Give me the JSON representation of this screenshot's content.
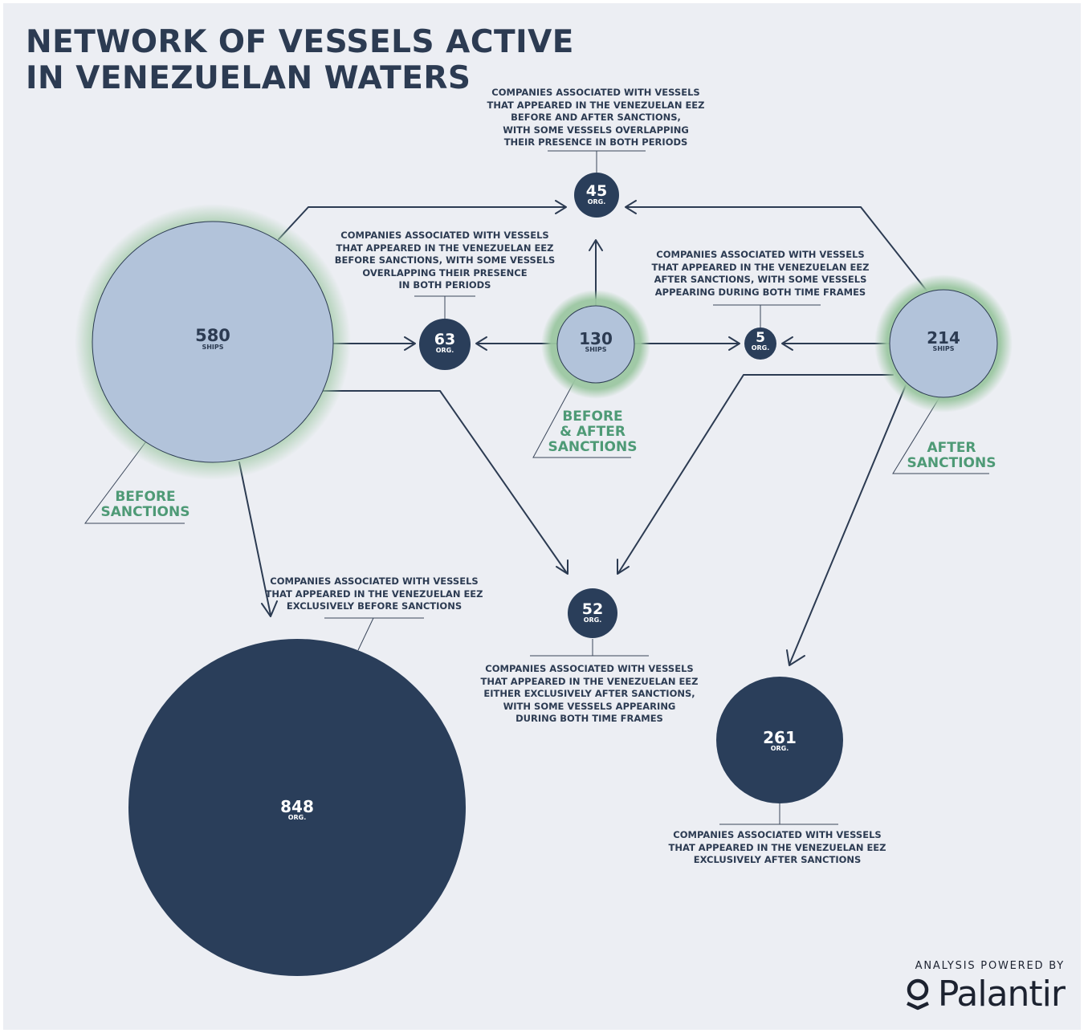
{
  "title_lines": [
    "NETWORK OF VESSELS ACTIVE",
    "IN VENEZUELAN WATERS"
  ],
  "colors": {
    "background": "#eceef3",
    "ship_node_fill": "#b2c3da",
    "ship_node_glow": "#9cc7a2",
    "org_node_fill": "#2a3e5a",
    "ink": "#2c3b52",
    "period_label": "#4e9a76"
  },
  "ship_nodes": {
    "before": {
      "count": "580",
      "unit": "SHIPS",
      "period_lines": [
        "BEFORE",
        "SANCTIONS"
      ]
    },
    "both": {
      "count": "130",
      "unit": "SHIPS",
      "period_lines": [
        "BEFORE",
        "& AFTER",
        "SANCTIONS"
      ]
    },
    "after": {
      "count": "214",
      "unit": "SHIPS",
      "period_lines": [
        "AFTER",
        "SANCTIONS"
      ]
    }
  },
  "org_nodes": {
    "org_45": {
      "count": "45",
      "unit": "ORG.",
      "desc_lines": [
        "COMPANIES ASSOCIATED WITH VESSELS",
        "THAT APPEARED IN THE VENEZUELAN EEZ",
        "BEFORE AND AFTER SANCTIONS,",
        "WITH SOME VESSELS OVERLAPPING",
        "THEIR PRESENCE IN BOTH PERIODS"
      ]
    },
    "org_63": {
      "count": "63",
      "unit": "ORG.",
      "desc_lines": [
        "COMPANIES ASSOCIATED WITH VESSELS",
        "THAT APPEARED IN THE VENEZUELAN EEZ",
        "BEFORE SANCTIONS, WITH SOME VESSELS",
        "OVERLAPPING THEIR PRESENCE",
        "IN BOTH PERIODS"
      ]
    },
    "org_5": {
      "count": "5",
      "unit": "ORG.",
      "desc_lines": [
        "COMPANIES ASSOCIATED WITH VESSELS",
        "THAT APPEARED IN THE VENEZUELAN EEZ",
        "AFTER SANCTIONS, WITH SOME VESSELS",
        "APPEARING DURING BOTH TIME FRAMES"
      ]
    },
    "org_52": {
      "count": "52",
      "unit": "ORG.",
      "desc_lines": [
        "COMPANIES ASSOCIATED WITH VESSELS",
        "THAT APPEARED IN THE VENEZUELAN EEZ",
        "EITHER EXCLUSIVELY AFTER SANCTIONS,",
        "WITH SOME VESSELS APPEARING",
        "DURING BOTH TIME FRAMES"
      ]
    },
    "org_848": {
      "count": "848",
      "unit": "ORG.",
      "desc_lines": [
        "COMPANIES ASSOCIATED WITH VESSELS",
        "THAT APPEARED IN THE VENEZUELAN EEZ",
        "EXCLUSIVELY BEFORE SANCTIONS"
      ]
    },
    "org_261": {
      "count": "261",
      "unit": "ORG.",
      "desc_lines": [
        "COMPANIES ASSOCIATED WITH VESSELS",
        "THAT APPEARED IN THE VENEZUELAN EEZ",
        "EXCLUSIVELY AFTER SANCTIONS"
      ]
    }
  },
  "edges": [
    {
      "from": "before",
      "to": "org_45"
    },
    {
      "from": "before",
      "to": "org_63"
    },
    {
      "from": "before",
      "to": "org_52"
    },
    {
      "from": "before",
      "to": "org_848"
    },
    {
      "from": "both",
      "to": "org_63"
    },
    {
      "from": "both",
      "to": "org_45"
    },
    {
      "from": "both",
      "to": "org_5"
    },
    {
      "from": "after",
      "to": "org_45"
    },
    {
      "from": "after",
      "to": "org_5"
    },
    {
      "from": "after",
      "to": "org_52"
    },
    {
      "from": "after",
      "to": "org_261"
    }
  ],
  "brand": {
    "powered_by": "ANALYSIS POWERED BY",
    "name": "Palantir",
    "icon": "palantir-logo-icon"
  }
}
